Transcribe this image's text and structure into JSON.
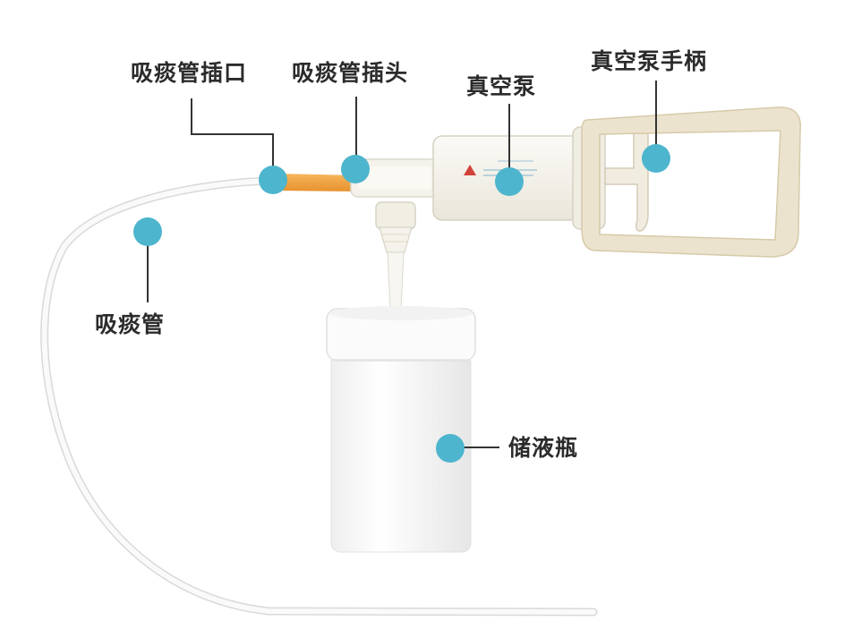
{
  "diagram": {
    "labels": {
      "suction_tube_port": "吸痰管插口",
      "suction_tube_plug": "吸痰管插头",
      "vacuum_pump": "真空泵",
      "vacuum_pump_handle": "真空泵手柄",
      "suction_tube": "吸痰管",
      "liquid_storage_bottle": "储液瓶"
    },
    "colors": {
      "marker": "#4db5cd",
      "leader_line": "#333333",
      "plug": "#f0a646",
      "device_body": "#f4f2ea",
      "handle": "#ece3cf",
      "tube": "#f7f7f7",
      "bottle": "#f9f9f9"
    }
  }
}
